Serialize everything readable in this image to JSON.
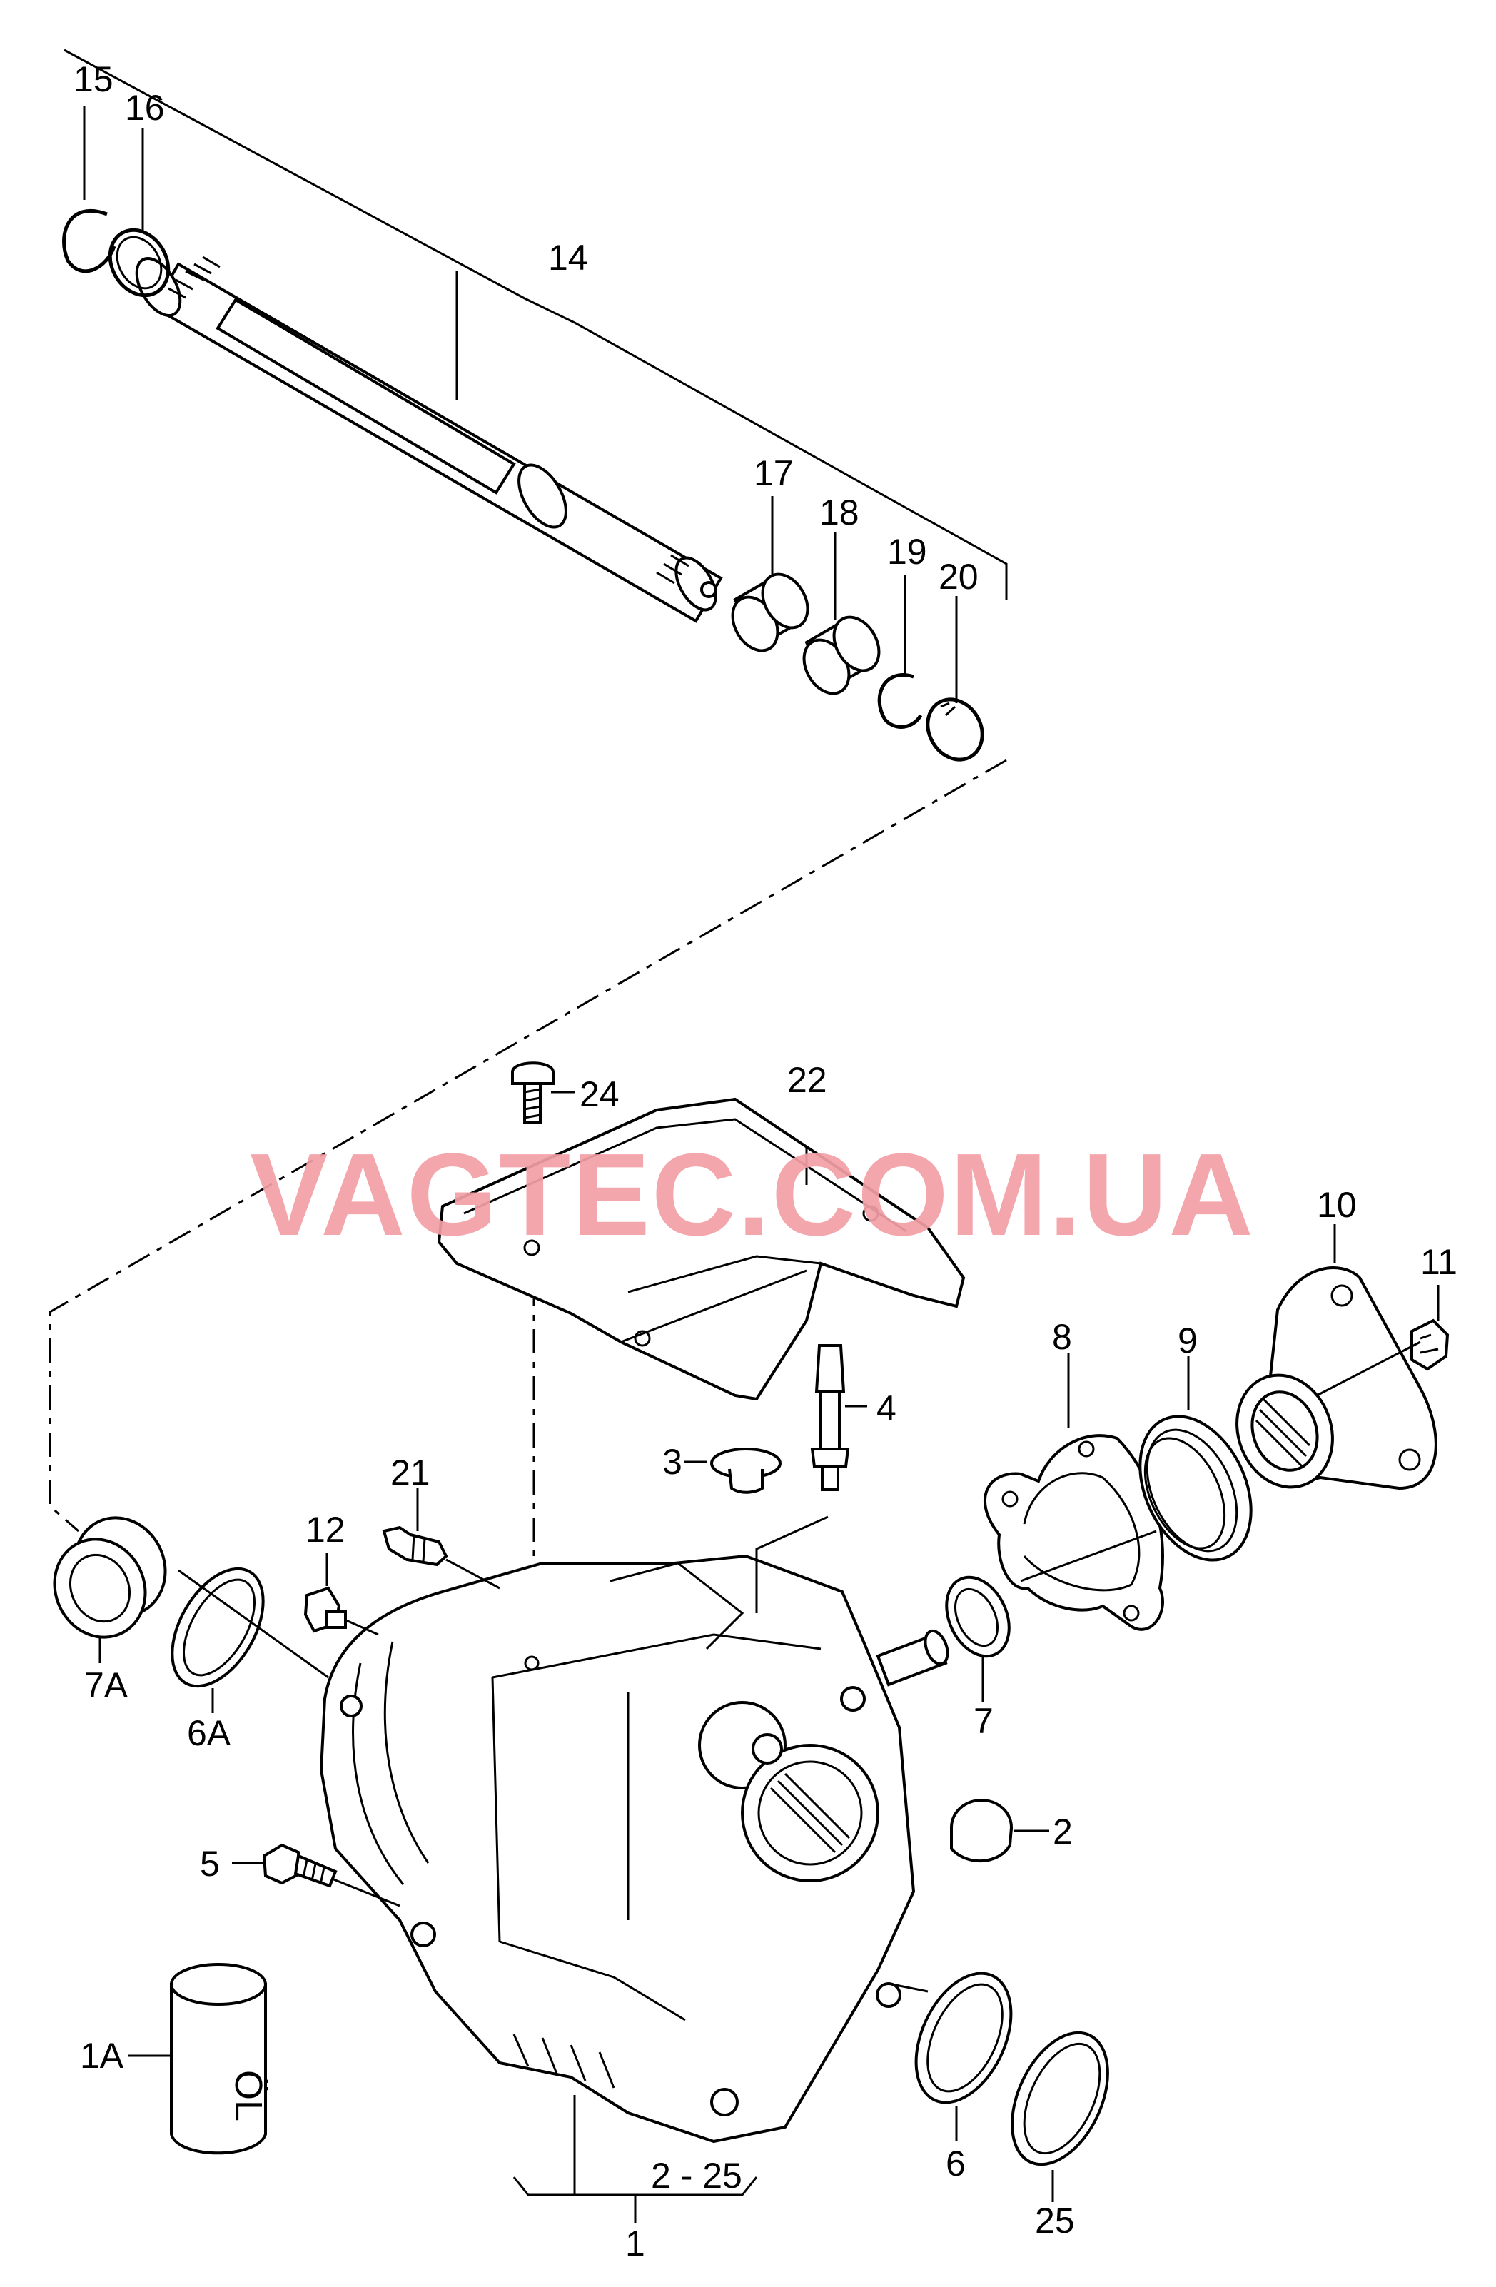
{
  "watermark": "VAGTEC.COM.UA",
  "callouts": {
    "c1": "1",
    "c1a": "1A",
    "c2": "2",
    "c2_25": "2 - 25",
    "c3": "3",
    "c4": "4",
    "c5": "5",
    "c6": "6",
    "c6a": "6A",
    "c7": "7",
    "c7a": "7A",
    "c8": "8",
    "c9": "9",
    "c10": "10",
    "c11": "11",
    "c12": "12",
    "c14": "14",
    "c15": "15",
    "c16": "16",
    "c17": "17",
    "c18": "18",
    "c19": "19",
    "c20": "20",
    "c21": "21",
    "c22": "22",
    "c24": "24",
    "c25": "25"
  },
  "oil_can_text": "ÖL"
}
